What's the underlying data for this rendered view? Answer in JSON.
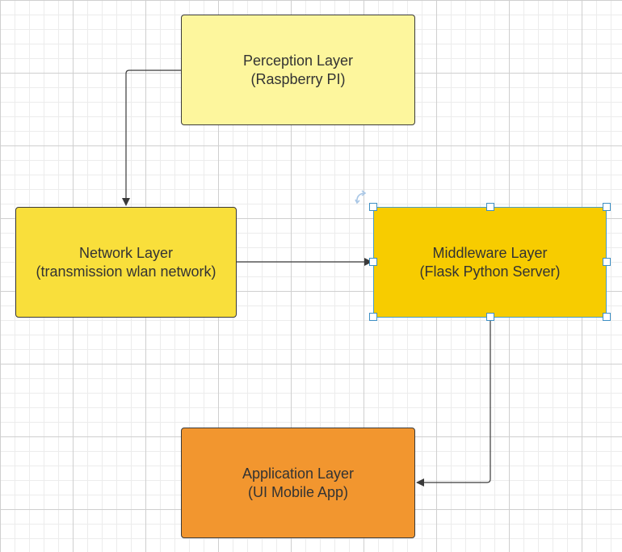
{
  "diagram": {
    "nodes": {
      "perception": {
        "line1": "Perception Layer",
        "line2": "(Raspberry PI)",
        "fill": "#fdf69d"
      },
      "network": {
        "line1": "Network Layer",
        "line2": "(transmission wlan network)",
        "fill": "#f9df3b"
      },
      "middleware": {
        "line1": "Middleware Layer",
        "line2": "(Flask Python Server)",
        "fill": "#f7cc00",
        "selected": true
      },
      "application": {
        "line1": "Application Layer",
        "line2": "(UI Mobile App)",
        "fill": "#f2962f"
      }
    },
    "connectors": [
      {
        "from": "perception",
        "to": "network"
      },
      {
        "from": "network",
        "to": "middleware"
      },
      {
        "from": "middleware",
        "to": "application"
      }
    ],
    "colors": {
      "line": "#3a3a3a",
      "selection": "#3d8fc4",
      "grid_major": "#cfcfcf",
      "grid_minor": "#ececec"
    },
    "icons": {
      "rotate": "rotate-handle-icon"
    }
  }
}
